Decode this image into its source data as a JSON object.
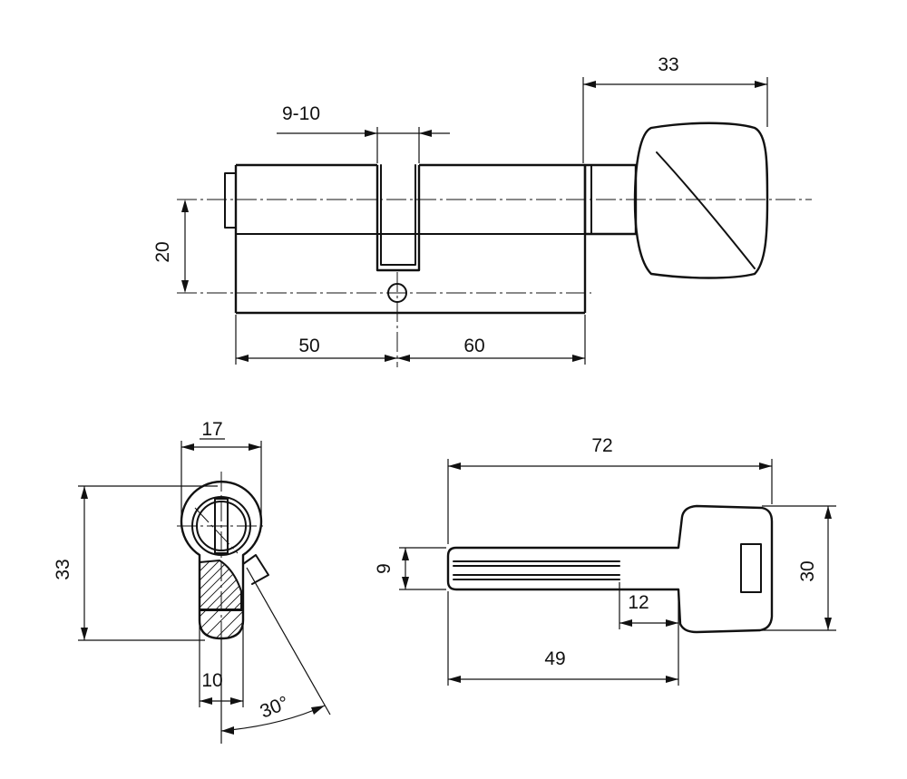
{
  "top_view": {
    "dims": {
      "knob_width": "33",
      "cam_slot": "9-10",
      "height": "20",
      "left_length": "50",
      "right_length": "60"
    }
  },
  "end_view": {
    "dims": {
      "width": "17",
      "height": "33",
      "lower_width": "10",
      "angle": "30°"
    }
  },
  "key_view": {
    "dims": {
      "total_length": "72",
      "blade_height": "9",
      "head_height": "30",
      "shoulder": "12",
      "blade_length": "49"
    }
  }
}
